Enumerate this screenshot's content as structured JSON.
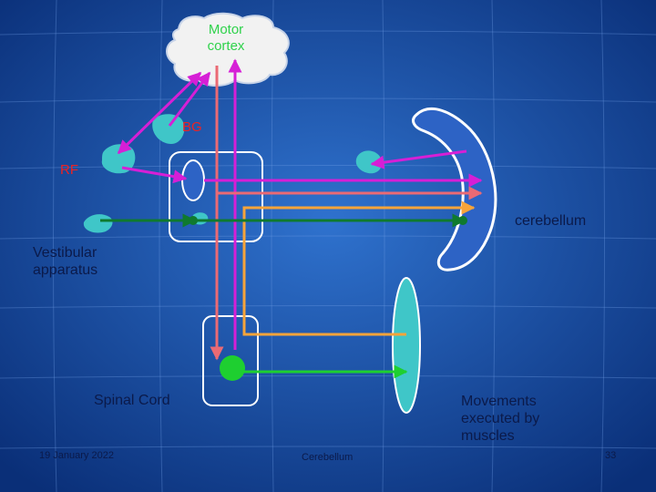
{
  "slide": {
    "labels": {
      "motor_cortex": [
        "Motor",
        "cortex"
      ],
      "bg": "BG",
      "rf": "RF",
      "cerebellum": "cerebellum",
      "vestibular": [
        "Vestibular",
        "apparatus"
      ],
      "spinal_cord": "Spinal Cord",
      "movements": [
        "Movements",
        "executed by",
        "muscles"
      ]
    },
    "footer": {
      "date": "19 January 2022",
      "title": "Cerebellum",
      "page": "33"
    }
  },
  "colors": {
    "background_center": "#2f72ce",
    "background_edge": "#0a2f78",
    "nucleus_fill": "#3fc6c8",
    "outline": "#ffffff",
    "motor_label": "#2fd24b",
    "red_label": "#ee2222",
    "pathway_magenta": "#d61fd6",
    "pathway_salmon": "#ea6a74",
    "pathway_orange": "#f7a43a",
    "pathway_darkgreen": "#0f7a2e",
    "pathway_green": "#1ecf30",
    "text_dark": "#0b1a4a"
  }
}
